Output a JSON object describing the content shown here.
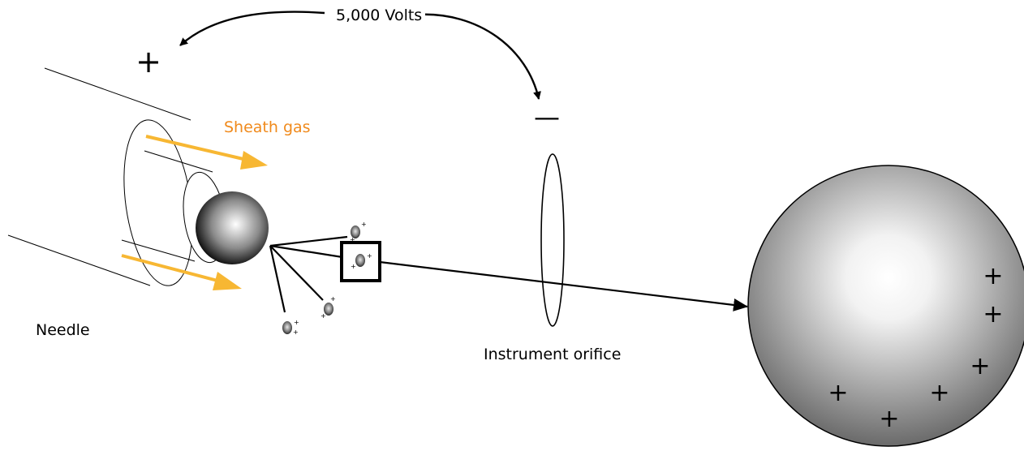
{
  "labels": {
    "voltage": "5,000 Volts",
    "sheath_gas": "Sheath gas",
    "needle": "Needle",
    "orifice": "Instrument orifice"
  },
  "symbols": {
    "positive_terminal": "+",
    "negative_terminal": "—",
    "charge": "+"
  },
  "colors": {
    "sheath_gas": "#f7b733",
    "sheath_label": "#f08a1c",
    "line": "#000000"
  }
}
